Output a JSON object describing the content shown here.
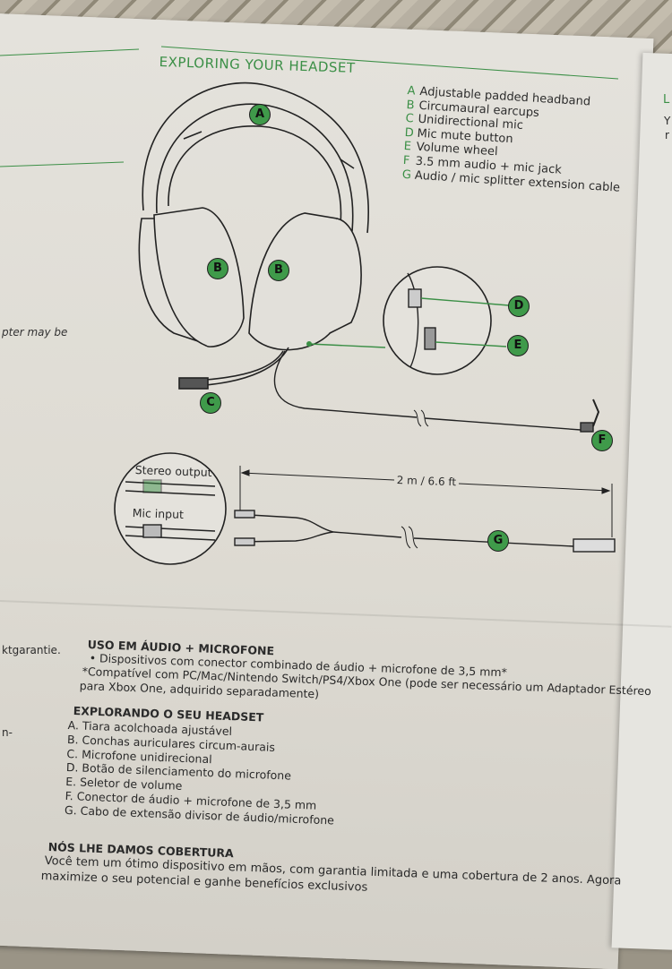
{
  "page": {
    "title": "EXPLORING YOUR HEADSET",
    "parts": [
      {
        "key": "A",
        "label": "Adjustable padded headband"
      },
      {
        "key": "B",
        "label": "Circumaural earcups"
      },
      {
        "key": "C",
        "label": "Unidirectional mic"
      },
      {
        "key": "D",
        "label": "Mic mute button"
      },
      {
        "key": "E",
        "label": "Volume wheel"
      },
      {
        "key": "F",
        "label": "3.5 mm audio + mic jack"
      },
      {
        "key": "G",
        "label": "Audio / mic splitter extension cable"
      }
    ],
    "diagram": {
      "stereo_output": "Stereo output",
      "mic_input": "Mic input",
      "length": "2 m / 6.6 ft",
      "callouts": [
        "A",
        "B",
        "B",
        "C",
        "D",
        "E",
        "F",
        "G"
      ]
    },
    "left_margin": {
      "note1": "pter may be",
      "note2": "ktgarantie.",
      "note3": "n-"
    },
    "right_margin": {
      "letter1": "L",
      "letter2": "Y",
      "letter3": "r"
    },
    "portuguese": {
      "uso_header": "USO EM ÁUDIO + MICROFONE",
      "uso_bullet": "•   Dispositivos com conector combinado de áudio + microfone de 3,5 mm*",
      "uso_note1": "*Compatível com PC/Mac/Nintendo Switch/PS4/Xbox One (pode ser necessário um Adaptador Estéreo",
      "uso_note2": "para Xbox One, adquirido separadamente)",
      "explore_header": "EXPLORANDO O SEU HEADSET",
      "items": [
        "A.  Tiara acolchoada ajustável",
        "B.  Conchas auriculares circum-aurais",
        "C.  Microfone unidirecional",
        "D.  Botão de silenciamento do microfone",
        "E.  Seletor de volume",
        "F.  Conector de áudio + microfone de 3,5 mm",
        "G.  Cabo de extensão divisor de áudio/microfone"
      ],
      "cover_header": "NÓS LHE DAMOS COBERTURA",
      "cover_line1": "Você tem um ótimo dispositivo em mãos, com garantia limitada e uma cobertura de 2 anos. Agora",
      "cover_line2": "maximize o seu potencial e ganhe benefícios exclusivos"
    },
    "colors": {
      "accent": "#3b8f46",
      "ink": "#2c2c2c"
    }
  }
}
